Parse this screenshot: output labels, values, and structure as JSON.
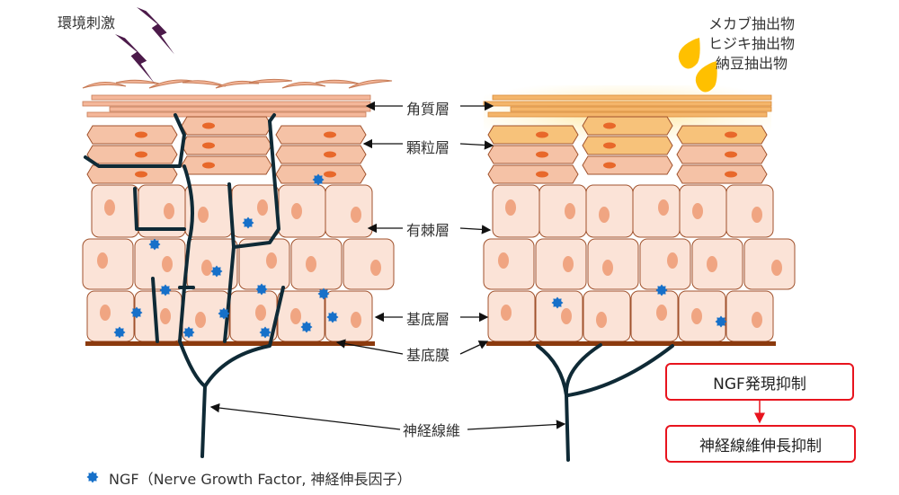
{
  "stimulus_label": "環境刺激",
  "extracts": [
    "メカブ抽出物",
    "ヒジキ抽出物",
    "納豆抽出物"
  ],
  "layers": {
    "corneum": "角質層",
    "granular": "顆粒層",
    "spinous": "有棘層",
    "basal": "基底層",
    "basement_membrane": "基底膜",
    "nerve_fiber": "神経線維"
  },
  "effects": [
    "NGF発現抑制",
    "神経線維伸長抑制"
  ],
  "legend": "NGF（Nerve Growth Factor, 神経伸長因子）",
  "colors": {
    "cell": "#fbe3d7",
    "nucleus": "#f0a582",
    "granular": "#f5c2a6",
    "nerve": "#0f2a36",
    "ngf": "#1670c9",
    "bolt": "#4c1a4a",
    "drop": "#ffc000",
    "box": "#e8141e"
  }
}
